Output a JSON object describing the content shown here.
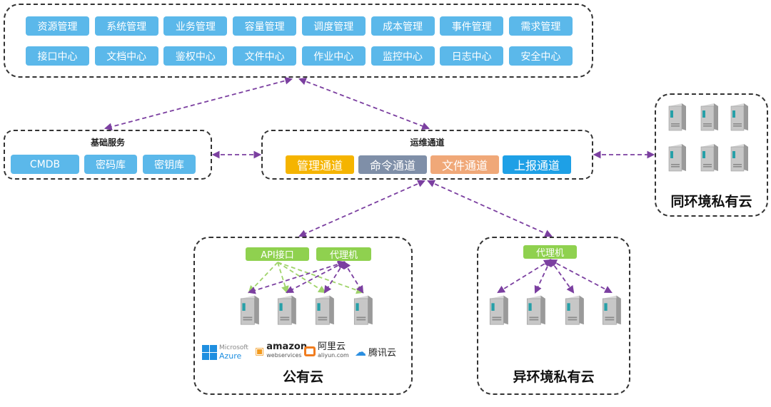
{
  "top_modules": {
    "row1": [
      "资源管理",
      "系统管理",
      "业务管理",
      "容量管理",
      "调度管理",
      "成本管理",
      "事件管理",
      "需求管理"
    ],
    "row2": [
      "接口中心",
      "文档中心",
      "鉴权中心",
      "文件中心",
      "作业中心",
      "监控中心",
      "日志中心",
      "安全中心"
    ]
  },
  "base_services": {
    "title": "基础服务",
    "items": [
      "CMDB",
      "密码库",
      "密钥库"
    ]
  },
  "ops_channel": {
    "title": "运维通道",
    "channels": [
      {
        "label": "管理通道",
        "color": "#f5b400"
      },
      {
        "label": "命令通道",
        "color": "#7f8fa8"
      },
      {
        "label": "文件通道",
        "color": "#f0a878"
      },
      {
        "label": "上报通道",
        "color": "#1ea0e6"
      }
    ]
  },
  "same_env_private": {
    "label": "同环境私有云"
  },
  "public_cloud": {
    "label": "公有云",
    "api_label": "API接口",
    "proxy_label": "代理机",
    "vendors": {
      "azure_1": "Microsoft",
      "azure_2": "Azure",
      "amazon_1": "amazon",
      "amazon_2": "webservices",
      "aliyun_1": "阿里云",
      "aliyun_2": "aliyun.com",
      "tencent": "腾讯云"
    }
  },
  "diff_env_private": {
    "label": "异环境私有云",
    "proxy_label": "代理机"
  },
  "colors": {
    "chip_blue": "#5bb8ea",
    "arrow_purple": "#7b3fa0",
    "arrow_green": "#9fd36a"
  }
}
